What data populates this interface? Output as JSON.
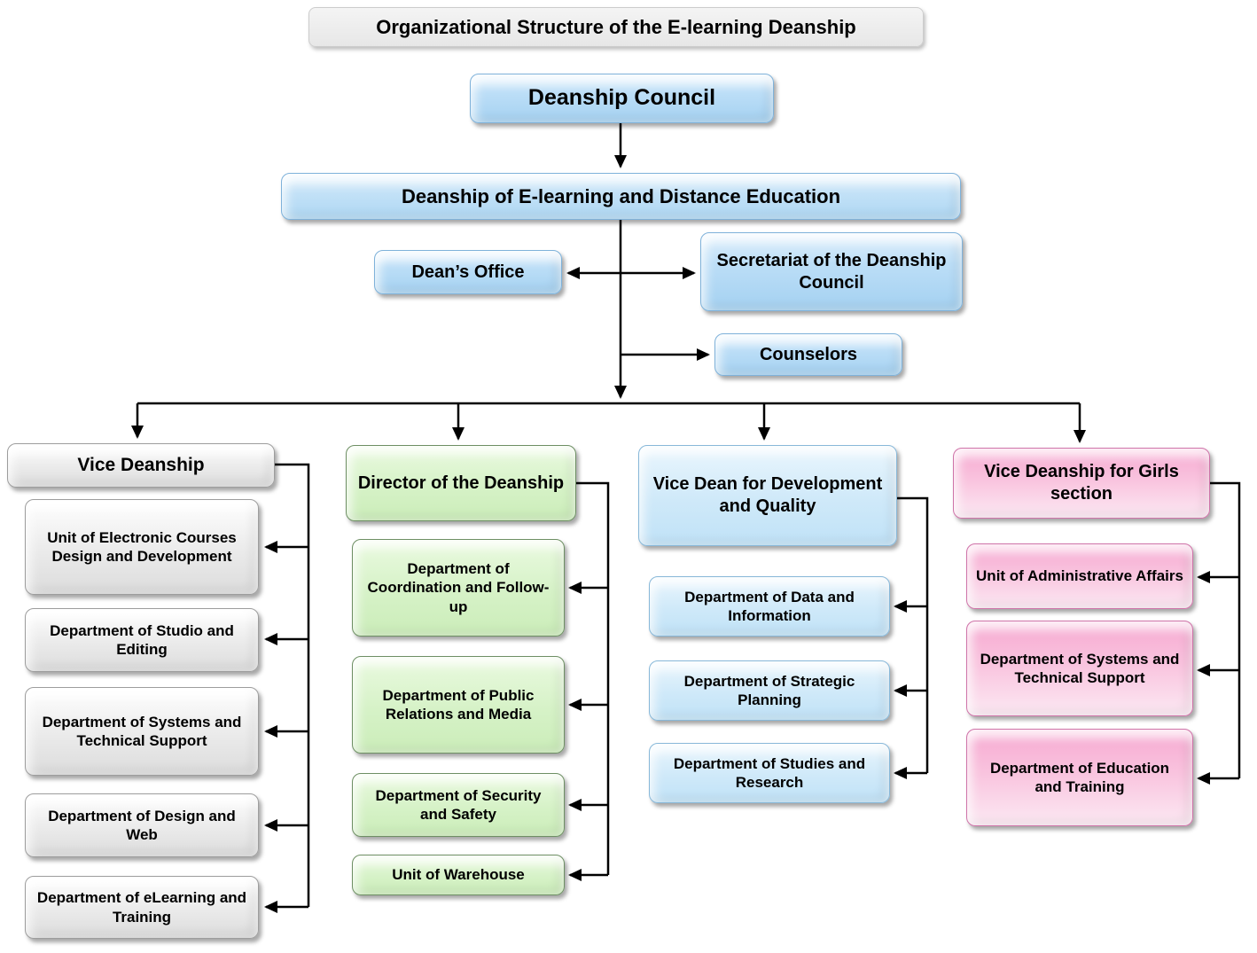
{
  "title": "Organizational Structure of the E-learning Deanship",
  "colors": {
    "central_blue": "#a4d1f1",
    "branch_gray": "#e0e0e0",
    "branch_green": "#d5f0c4",
    "branch_blue": "#cfe9f9",
    "branch_pink": "#f7b0d4",
    "connector_line": "#000000",
    "text": "#000000"
  },
  "top_nodes": {
    "council": "Deanship Council",
    "deanship": "Deanship of E-learning and Distance Education",
    "deans_office": "Dean’s Office",
    "secretariat": "Secretariat of the Deanship Council",
    "counselors": "Counselors"
  },
  "branches": [
    {
      "id": "vice-deanship",
      "header": "Vice Deanship",
      "color": "#e0e0e0",
      "children": [
        "Unit of Electronic Courses Design and Development",
        "Department of Studio and Editing",
        "Department of Systems and Technical Support",
        "Department of Design and Web",
        "Department of eLearning and Training"
      ]
    },
    {
      "id": "director-of-deanship",
      "header": "Director of the Deanship",
      "color": "#d5f0c4",
      "children": [
        "Department of Coordination and Follow-up",
        "Department of Public Relations and Media",
        "Department of Security and Safety",
        "Unit of Warehouse"
      ]
    },
    {
      "id": "vice-dean-development-quality",
      "header": "Vice Dean for Development and Quality",
      "color": "#cfe9f9",
      "children": [
        "Department of Data and Information",
        "Department of Strategic Planning",
        "Department of Studies and Research"
      ]
    },
    {
      "id": "vice-deanship-girls",
      "header": "Vice Deanship for Girls section",
      "color": "#f7b0d4",
      "children": [
        "Unit of Administrative Affairs",
        "Department of Systems and Technical Support",
        "Department of Education and Training"
      ]
    }
  ]
}
